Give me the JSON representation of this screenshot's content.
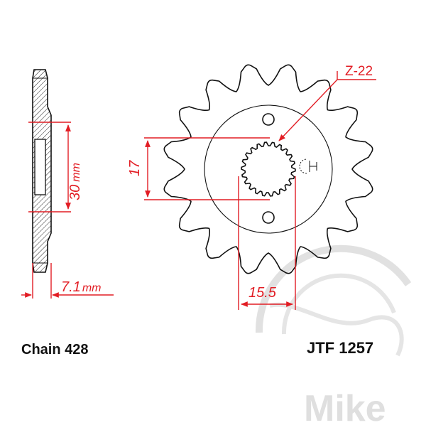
{
  "diagram": {
    "teeth_count": 16,
    "spline_count": 22,
    "colors": {
      "outline": "#111111",
      "dimension": "#e21d24",
      "watermark": "#d9d9d9"
    },
    "dimensions": {
      "spline_label": "Z-22",
      "bore_width": "15.5",
      "bore_height": "17",
      "thickness_value": "7.1",
      "thickness_unit": "mm",
      "hub_value": "30",
      "hub_unit": "mm"
    },
    "labels": {
      "chain": "Chain 428",
      "part_number": "JTF 1257"
    },
    "watermark": {
      "brand": "Mike"
    }
  }
}
